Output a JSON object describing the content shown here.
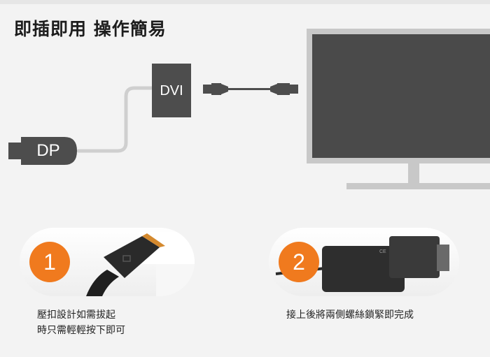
{
  "title": "即插即用 操作簡易",
  "diagram": {
    "dp_label": "DP",
    "dvi_label": "DVI",
    "icons": [
      "displayport-plug-icon",
      "dvi-adapter-icon",
      "monitor-icon",
      "hdmi-cable-icon"
    ]
  },
  "steps": [
    {
      "number": "1",
      "line1": "壓扣設計如需拔起",
      "line2": "時只需輕輕按下即可"
    },
    {
      "number": "2",
      "line1": "接上後將兩側螺絲鎖緊即完成"
    }
  ],
  "colors": {
    "accent": "#f07a1e",
    "connector": "#4d4d4d",
    "screen": "#4a4a4a",
    "monitor_frame": "#c8c8c8"
  }
}
